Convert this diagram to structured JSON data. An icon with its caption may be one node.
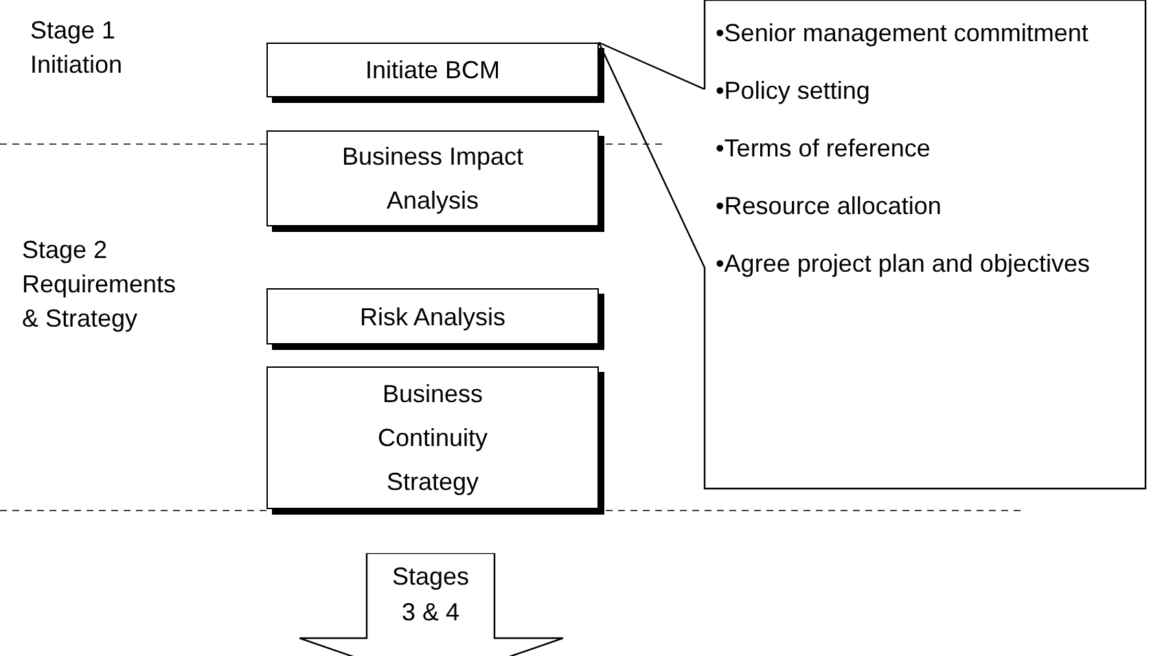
{
  "diagram": {
    "nodes": [
      {
        "text": [
          "Initiate BCM"
        ]
      },
      {
        "text": [
          "Business Impact Analysis"
        ]
      },
      {
        "text": [
          "Risk Analysis"
        ]
      },
      {
        "text": [
          "Business Continuity Strategy"
        ]
      },
      {
        "text": [
          "Stages 3 & 4"
        ]
      },
      {
        "text": [
          "•Senior management commitment",
          "•Policy setting",
          "•Terms of reference",
          "•Resource allocation",
          "•Agree project plan and objectives"
        ]
      }
    ],
    "edges": [
      {
        "from": 5,
        "to": 0,
        "arrow": "none"
      }
    ],
    "labels": [
      "Stage 1 Initiation",
      "Stage 2 Requirements & Strategy"
    ]
  }
}
